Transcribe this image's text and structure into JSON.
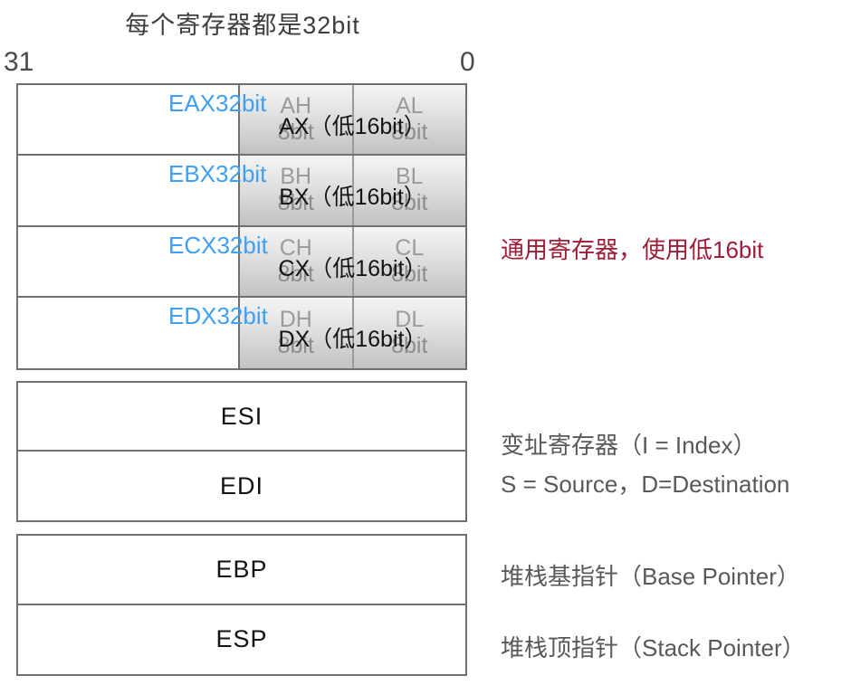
{
  "title": "每个寄存器都是32bit",
  "bit_labels": {
    "high": "31",
    "low": "0"
  },
  "colors": {
    "accent_blue": "#3fa0f2",
    "note_red": "#9e1c36",
    "ghost_pink": "#ec96ab",
    "border_gray": "#6f6f6f",
    "annotation_gray": "#59595b"
  },
  "general_registers": {
    "rows": [
      {
        "label": "EAX32bit",
        "high8": "AH",
        "high8_size": "8bit",
        "low8": "AL",
        "low8_size": "8bit",
        "overlay": "AX（低16bit）"
      },
      {
        "label": "EBX32bit",
        "high8": "BH",
        "high8_size": "8bit",
        "low8": "BL",
        "low8_size": "8bit",
        "overlay": "BX（低16bit）"
      },
      {
        "label": "ECX32bit",
        "high8": "CH",
        "high8_size": "8bit",
        "low8": "CL",
        "low8_size": "8bit",
        "overlay": "CX（低16bit）"
      },
      {
        "label": "EDX32bit",
        "high8": "DH",
        "high8_size": "8bit",
        "low8": "DL",
        "low8_size": "8bit",
        "overlay": "DX（低16bit）"
      }
    ],
    "note": {
      "text": "通用寄存器，使用低16bit",
      "ghost": "低16bit"
    }
  },
  "index_registers": {
    "rows": [
      {
        "name": "ESI"
      },
      {
        "name": "EDI"
      }
    ],
    "note_line1": "变址寄存器（I = Index）",
    "note_line2": "S = Source，D=Destination"
  },
  "pointer_registers": {
    "rows": [
      {
        "name": "EBP"
      },
      {
        "name": "ESP"
      }
    ],
    "note_ebp": "堆栈基指针（Base Pointer）",
    "note_esp": "堆栈顶指针（Stack Pointer）"
  }
}
